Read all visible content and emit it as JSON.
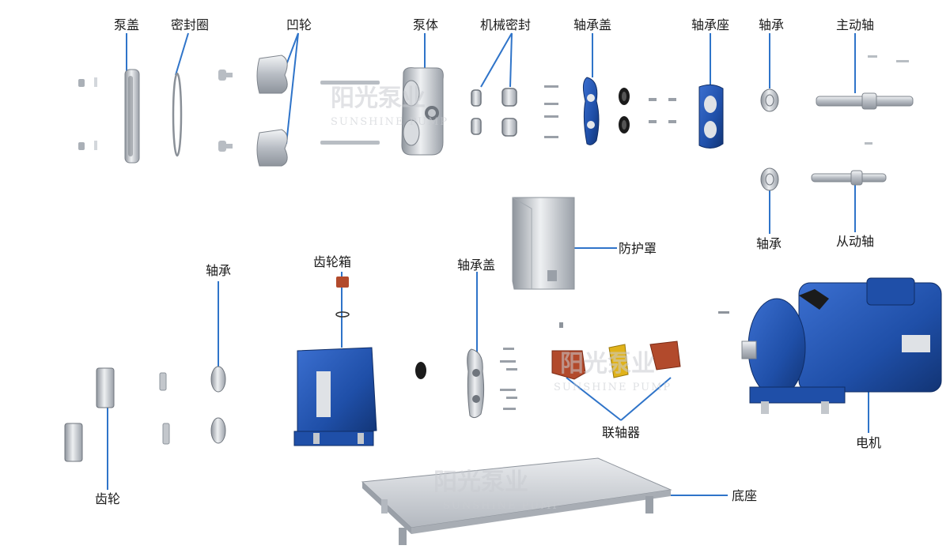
{
  "labels": {
    "pump_cover": "泵盖",
    "seal_ring": "密封圈",
    "rotor": "凹轮",
    "pump_body": "泵体",
    "mech_seal": "机械密封",
    "bearing_cap_top": "轴承盖",
    "bearing_seat": "轴承座",
    "bearing_top": "轴承",
    "drive_shaft": "主动轴",
    "bearing_mid": "轴承",
    "driven_shaft": "从动轴",
    "guard": "防护罩",
    "bearing_left": "轴承",
    "gearbox": "齿轮箱",
    "bearing_cap_bottom": "轴承盖",
    "coupling": "联轴器",
    "motor": "电机",
    "gear": "齿轮",
    "base": "底座"
  },
  "watermark": {
    "cn": "阳光泵业",
    "en": "SUNSHINE PUMP"
  },
  "colors": {
    "blue": "#1f4fa8",
    "steel": "#c9cdd3",
    "leader": "#2f74c9",
    "rubber": "#b24a2c",
    "yellow": "#e0b21a"
  }
}
